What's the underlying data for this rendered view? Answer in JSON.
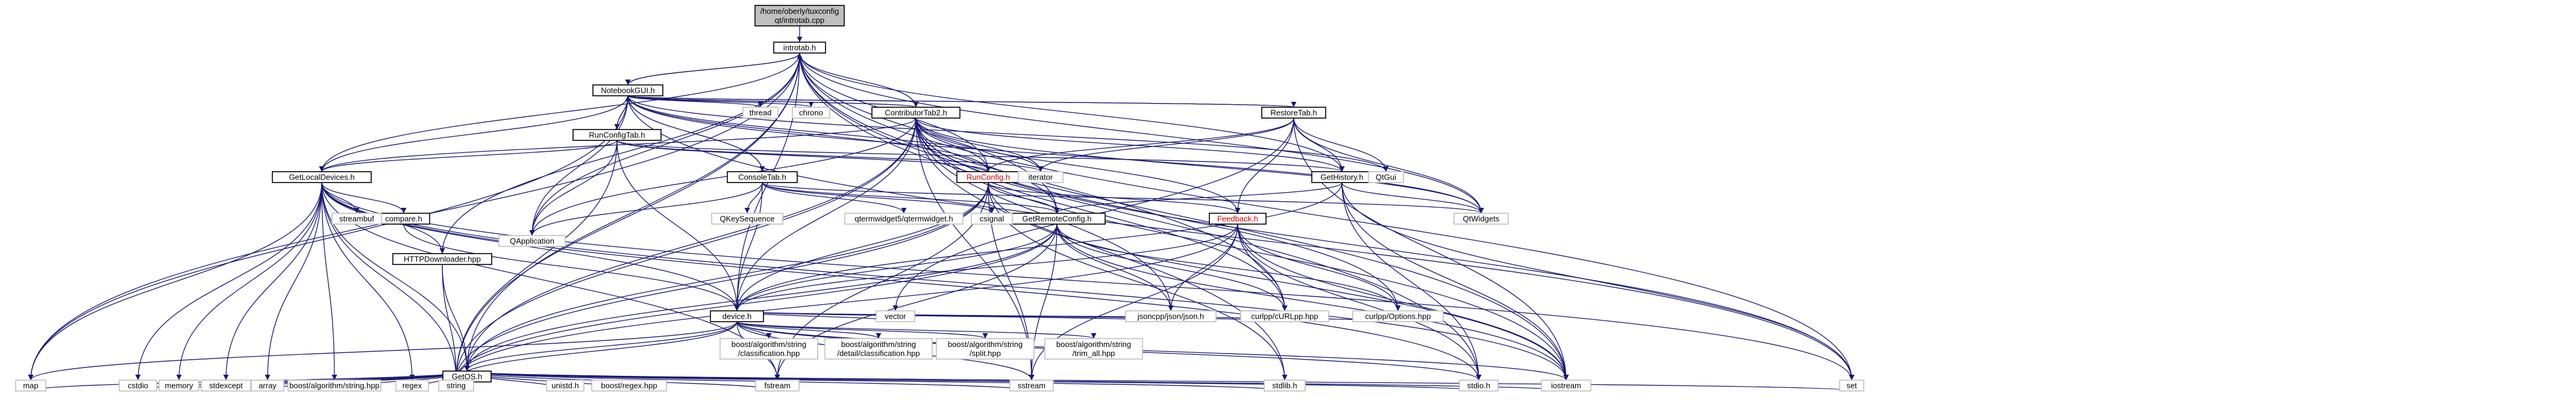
{
  "nodes": [
    {
      "id": "root",
      "lines": [
        "/home/oberly/tuxconfig",
        "qt/introtab.cpp"
      ],
      "kind": "root"
    },
    {
      "id": "introtab",
      "lines": [
        "introtab.h"
      ]
    },
    {
      "id": "notebook",
      "lines": [
        "NotebookGUI.h"
      ]
    },
    {
      "id": "contributor",
      "lines": [
        "ContributorTab2.h"
      ]
    },
    {
      "id": "restore",
      "lines": [
        "RestoreTab.h"
      ]
    },
    {
      "id": "runconfigtab",
      "lines": [
        "RunConfigTab.h"
      ]
    },
    {
      "id": "console",
      "lines": [
        "ConsoleTab.h"
      ]
    },
    {
      "id": "getlocal",
      "lines": [
        "GetLocalDevices.h"
      ]
    },
    {
      "id": "runconfig",
      "lines": [
        "RunConfig.h"
      ],
      "kind": "red"
    },
    {
      "id": "gethistory",
      "lines": [
        "GetHistory.h"
      ]
    },
    {
      "id": "getremote",
      "lines": [
        "GetRemoteConfig.h"
      ]
    },
    {
      "id": "feedback",
      "lines": [
        "Feedback.h"
      ],
      "kind": "red"
    },
    {
      "id": "httpdl",
      "lines": [
        "HTTPDownloader.hpp"
      ]
    },
    {
      "id": "device",
      "lines": [
        "device.h"
      ]
    },
    {
      "id": "getos",
      "lines": [
        "GetOS.h"
      ]
    },
    {
      "id": "compare",
      "lines": [
        "compare.h"
      ]
    },
    {
      "id": "thread",
      "lines": [
        "thread"
      ],
      "kind": "ext"
    },
    {
      "id": "chrono",
      "lines": [
        "chrono"
      ],
      "kind": "ext"
    },
    {
      "id": "iterator",
      "lines": [
        "iterator"
      ],
      "kind": "ext"
    },
    {
      "id": "qtgui",
      "lines": [
        "QtGui"
      ],
      "kind": "ext"
    },
    {
      "id": "qtwidgets",
      "lines": [
        "QtWidgets"
      ],
      "kind": "ext"
    },
    {
      "id": "qapplication",
      "lines": [
        "QApplication"
      ],
      "kind": "ext"
    },
    {
      "id": "qkeyseq",
      "lines": [
        "QKeySequence"
      ],
      "kind": "ext"
    },
    {
      "id": "qterm",
      "lines": [
        "qtermwidget5/qtermwidget.h"
      ],
      "kind": "ext"
    },
    {
      "id": "csignal",
      "lines": [
        "csignal"
      ],
      "kind": "ext"
    },
    {
      "id": "streambuf",
      "lines": [
        "streambuf"
      ],
      "kind": "ext"
    },
    {
      "id": "vector",
      "lines": [
        "vector"
      ],
      "kind": "ext"
    },
    {
      "id": "jsoncpp",
      "lines": [
        "jsoncpp/json/json.h"
      ],
      "kind": "ext"
    },
    {
      "id": "curlurl",
      "lines": [
        "curlpp/cURLpp.hpp"
      ],
      "kind": "ext"
    },
    {
      "id": "curlopt",
      "lines": [
        "curlpp/Options.hpp"
      ],
      "kind": "ext"
    },
    {
      "id": "bclass",
      "lines": [
        "boost/algorithm/string",
        "/classification.hpp"
      ],
      "kind": "ext"
    },
    {
      "id": "bdetail",
      "lines": [
        "boost/algorithm/string",
        "/detail/classification.hpp"
      ],
      "kind": "ext"
    },
    {
      "id": "bsplit",
      "lines": [
        "boost/algorithm/string",
        "/split.hpp"
      ],
      "kind": "ext"
    },
    {
      "id": "btrim",
      "lines": [
        "boost/algorithm/string",
        "/trim_all.hpp"
      ],
      "kind": "ext"
    },
    {
      "id": "map",
      "lines": [
        "map"
      ],
      "kind": "ext"
    },
    {
      "id": "cstdio",
      "lines": [
        "cstdio"
      ],
      "kind": "ext"
    },
    {
      "id": "memory",
      "lines": [
        "memory"
      ],
      "kind": "ext"
    },
    {
      "id": "stdexcept",
      "lines": [
        "stdexcept"
      ],
      "kind": "ext"
    },
    {
      "id": "array",
      "lines": [
        "array"
      ],
      "kind": "ext"
    },
    {
      "id": "bstring",
      "lines": [
        "boost/algorithm/string.hpp"
      ],
      "kind": "ext"
    },
    {
      "id": "regex",
      "lines": [
        "regex"
      ],
      "kind": "ext"
    },
    {
      "id": "string",
      "lines": [
        "string"
      ],
      "kind": "ext"
    },
    {
      "id": "unistd",
      "lines": [
        "unistd.h"
      ],
      "kind": "ext"
    },
    {
      "id": "bregex",
      "lines": [
        "boost/regex.hpp"
      ],
      "kind": "ext"
    },
    {
      "id": "fstream",
      "lines": [
        "fstream"
      ],
      "kind": "ext"
    },
    {
      "id": "sstream",
      "lines": [
        "sstream"
      ],
      "kind": "ext"
    },
    {
      "id": "stdlib",
      "lines": [
        "stdlib.h"
      ],
      "kind": "ext"
    },
    {
      "id": "stdio",
      "lines": [
        "stdio.h"
      ],
      "kind": "ext"
    },
    {
      "id": "iostream",
      "lines": [
        "iostream"
      ],
      "kind": "ext"
    },
    {
      "id": "set",
      "lines": [
        "set"
      ],
      "kind": "ext"
    }
  ],
  "edges": [
    [
      "root",
      "introtab"
    ],
    [
      "introtab",
      "notebook"
    ],
    [
      "introtab",
      "contributor"
    ],
    [
      "introtab",
      "getlocal"
    ],
    [
      "introtab",
      "runconfig"
    ],
    [
      "introtab",
      "gethistory"
    ],
    [
      "introtab",
      "getremote"
    ],
    [
      "introtab",
      "device"
    ],
    [
      "introtab",
      "getos"
    ],
    [
      "introtab",
      "httpdl"
    ],
    [
      "introtab",
      "qapplication"
    ],
    [
      "introtab",
      "qtwidgets"
    ],
    [
      "introtab",
      "map"
    ],
    [
      "introtab",
      "string"
    ],
    [
      "introtab",
      "stdio"
    ],
    [
      "introtab",
      "iostream"
    ],
    [
      "introtab",
      "set"
    ],
    [
      "introtab",
      "curlurl"
    ],
    [
      "notebook",
      "introtab"
    ],
    [
      "notebook",
      "contributor"
    ],
    [
      "notebook",
      "restore"
    ],
    [
      "notebook",
      "runconfigtab"
    ],
    [
      "notebook",
      "console"
    ],
    [
      "notebook",
      "getlocal"
    ],
    [
      "notebook",
      "thread"
    ],
    [
      "notebook",
      "chrono"
    ],
    [
      "notebook",
      "iterator"
    ],
    [
      "notebook",
      "qtgui"
    ],
    [
      "notebook",
      "qtwidgets"
    ],
    [
      "notebook",
      "qapplication"
    ],
    [
      "notebook",
      "map"
    ],
    [
      "notebook",
      "set"
    ],
    [
      "notebook",
      "runconfig"
    ],
    [
      "contributor",
      "notebook"
    ],
    [
      "contributor",
      "gethistory"
    ],
    [
      "contributor",
      "getlocal"
    ],
    [
      "contributor",
      "runconfig"
    ],
    [
      "contributor",
      "getremote"
    ],
    [
      "contributor",
      "feedback"
    ],
    [
      "contributor",
      "device"
    ],
    [
      "contributor",
      "getos"
    ],
    [
      "contributor",
      "iterator"
    ],
    [
      "contributor",
      "qtwidgets"
    ],
    [
      "contributor",
      "qapplication"
    ],
    [
      "contributor",
      "jsoncpp"
    ],
    [
      "contributor",
      "curlurl"
    ],
    [
      "contributor",
      "curlopt"
    ],
    [
      "contributor",
      "sstream"
    ],
    [
      "contributor",
      "string"
    ],
    [
      "contributor",
      "iostream"
    ],
    [
      "contributor",
      "set"
    ],
    [
      "contributor",
      "stdlib"
    ],
    [
      "restore",
      "notebook"
    ],
    [
      "restore",
      "gethistory"
    ],
    [
      "restore",
      "qtgui"
    ],
    [
      "restore",
      "qtwidgets"
    ],
    [
      "restore",
      "runconfig"
    ],
    [
      "restore",
      "iterator"
    ],
    [
      "restore",
      "vector"
    ],
    [
      "restore",
      "feedback"
    ],
    [
      "restore",
      "iostream"
    ],
    [
      "runconfigtab",
      "notebook"
    ],
    [
      "runconfigtab",
      "getlocal"
    ],
    [
      "runconfigtab",
      "runconfig"
    ],
    [
      "runconfigtab",
      "iterator"
    ],
    [
      "runconfigtab",
      "qapplication"
    ],
    [
      "runconfigtab",
      "gethistory"
    ],
    [
      "runconfigtab",
      "device"
    ],
    [
      "runconfigtab",
      "string"
    ],
    [
      "console",
      "notebook"
    ],
    [
      "console",
      "qkeyseq"
    ],
    [
      "console",
      "qterm"
    ],
    [
      "console",
      "csignal"
    ],
    [
      "console",
      "qtwidgets"
    ],
    [
      "console",
      "qapplication"
    ],
    [
      "console",
      "getremote"
    ],
    [
      "console",
      "device"
    ],
    [
      "getlocal",
      "device"
    ],
    [
      "getlocal",
      "compare"
    ],
    [
      "getlocal",
      "streambuf"
    ],
    [
      "getlocal",
      "map"
    ],
    [
      "getlocal",
      "cstdio"
    ],
    [
      "getlocal",
      "memory"
    ],
    [
      "getlocal",
      "stdexcept"
    ],
    [
      "getlocal",
      "array"
    ],
    [
      "getlocal",
      "bstring"
    ],
    [
      "getlocal",
      "regex"
    ],
    [
      "getlocal",
      "string"
    ],
    [
      "getlocal",
      "fstream"
    ],
    [
      "getlocal",
      "iostream"
    ],
    [
      "getlocal",
      "getos"
    ],
    [
      "getlocal",
      "httpdl"
    ],
    [
      "getlocal",
      "stdio"
    ],
    [
      "getlocal",
      "set"
    ],
    [
      "runconfig",
      "getremote"
    ],
    [
      "runconfig",
      "feedback"
    ],
    [
      "runconfig",
      "device"
    ],
    [
      "runconfig",
      "getos"
    ],
    [
      "runconfig",
      "fstream"
    ],
    [
      "runconfig",
      "sstream"
    ],
    [
      "runconfig",
      "stdlib"
    ],
    [
      "runconfig",
      "string"
    ],
    [
      "runconfig",
      "iostream"
    ],
    [
      "gethistory",
      "getremote"
    ],
    [
      "gethistory",
      "qtwidgets"
    ],
    [
      "gethistory",
      "device"
    ],
    [
      "gethistory",
      "iostream"
    ],
    [
      "gethistory",
      "stdio"
    ],
    [
      "gethistory",
      "set"
    ],
    [
      "getremote",
      "device"
    ],
    [
      "getremote",
      "getos"
    ],
    [
      "getremote",
      "jsoncpp"
    ],
    [
      "getremote",
      "curlurl"
    ],
    [
      "getremote",
      "curlopt"
    ],
    [
      "getremote",
      "sstream"
    ],
    [
      "getremote",
      "iostream"
    ],
    [
      "getremote",
      "string"
    ],
    [
      "getremote",
      "fstream"
    ],
    [
      "feedback",
      "device"
    ],
    [
      "feedback",
      "jsoncpp"
    ],
    [
      "feedback",
      "curlurl"
    ],
    [
      "feedback",
      "curlopt"
    ],
    [
      "feedback",
      "sstream"
    ],
    [
      "feedback",
      "string"
    ],
    [
      "feedback",
      "iostream"
    ],
    [
      "feedback",
      "stdio"
    ],
    [
      "httpdl",
      "string"
    ],
    [
      "httpdl",
      "getos"
    ],
    [
      "compare",
      "device"
    ],
    [
      "device",
      "getos"
    ],
    [
      "device",
      "bclass"
    ],
    [
      "device",
      "bdetail"
    ],
    [
      "device",
      "bsplit"
    ],
    [
      "device",
      "btrim"
    ],
    [
      "device",
      "vector"
    ],
    [
      "device",
      "jsoncpp"
    ],
    [
      "device",
      "curlurl"
    ],
    [
      "device",
      "curlopt"
    ],
    [
      "device",
      "string"
    ],
    [
      "device",
      "fstream"
    ],
    [
      "device",
      "sstream"
    ],
    [
      "device",
      "map"
    ],
    [
      "device",
      "iostream"
    ],
    [
      "device",
      "stdio"
    ],
    [
      "getos",
      "map"
    ],
    [
      "getos",
      "cstdio"
    ],
    [
      "getos",
      "memory"
    ],
    [
      "getos",
      "stdexcept"
    ],
    [
      "getos",
      "array"
    ],
    [
      "getos",
      "bstring"
    ],
    [
      "getos",
      "regex"
    ],
    [
      "getos",
      "string"
    ],
    [
      "getos",
      "unistd"
    ],
    [
      "getos",
      "bregex"
    ],
    [
      "getos",
      "fstream"
    ],
    [
      "getos",
      "sstream"
    ],
    [
      "getos",
      "stdlib"
    ],
    [
      "getos",
      "stdio"
    ],
    [
      "getos",
      "iostream"
    ],
    [
      "getos",
      "set"
    ]
  ]
}
